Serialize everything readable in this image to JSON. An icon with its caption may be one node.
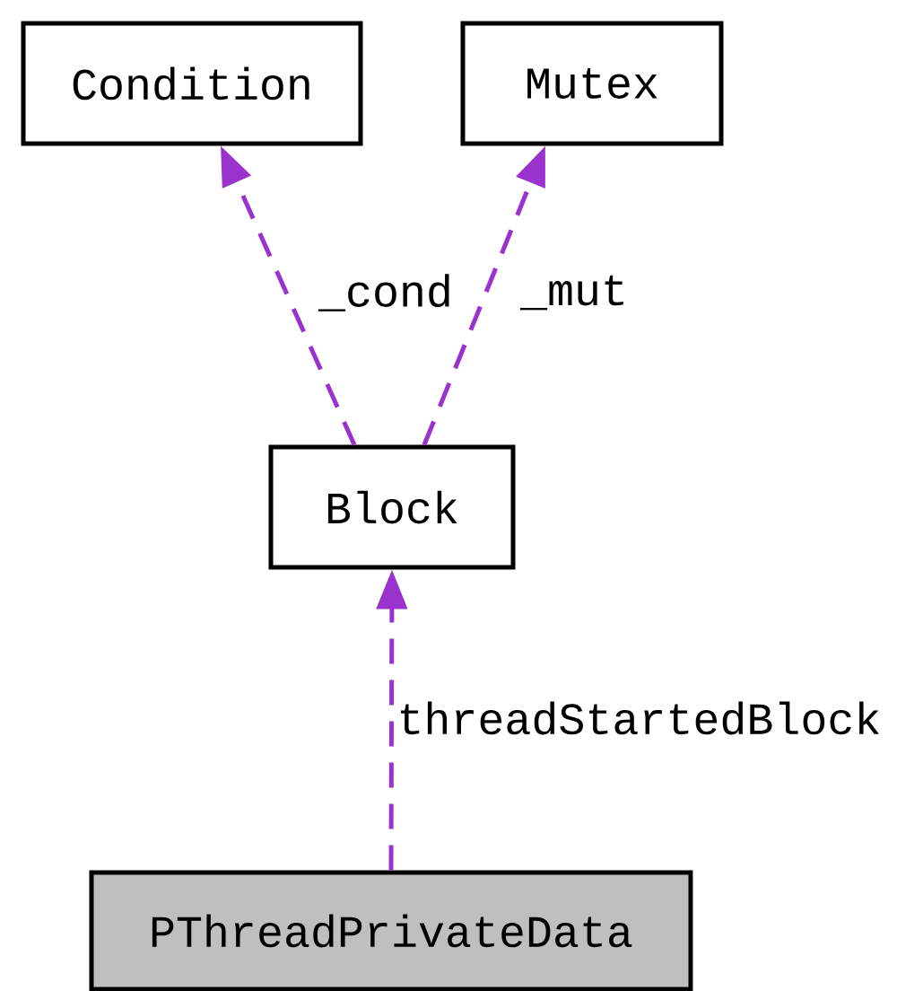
{
  "diagram": {
    "nodes": [
      {
        "text": [
          "Condition"
        ]
      },
      {
        "text": [
          "Mutex"
        ]
      },
      {
        "text": [
          "Block"
        ]
      },
      {
        "text": [
          "PThreadPrivateData"
        ]
      }
    ],
    "edges": [
      {
        "from": 2,
        "to": 0,
        "arrow": "to",
        "label": "_cond",
        "style": "dashed"
      },
      {
        "from": 2,
        "to": 1,
        "arrow": "to",
        "label": "_mut",
        "style": "dashed"
      },
      {
        "from": 3,
        "to": 2,
        "arrow": "to",
        "label": "threadStartedBlock",
        "style": "dashed"
      }
    ]
  }
}
